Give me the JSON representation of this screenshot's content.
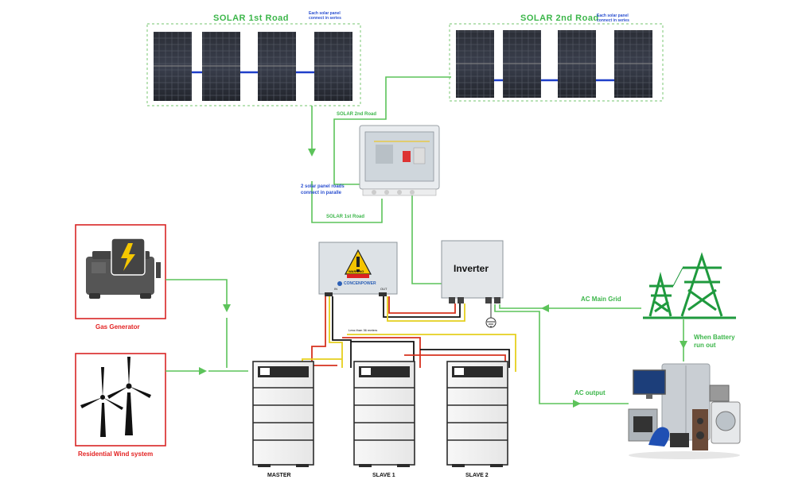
{
  "solar": {
    "road1_title": "SOLAR 1st Road",
    "road2_title": "SOLAR 2nd Road",
    "series_note_line1": "Each solar panel",
    "series_note_line2": "connect in series",
    "road2_wire_label": "SOLAR 2nd Road",
    "road1_wire_label": "SOLAR 1st Road",
    "parallel_note_line1": "2 solar panel roads",
    "parallel_note_line2": "connect in paralle"
  },
  "devices": {
    "gas_generator": "Gas Generator",
    "wind_system": "Residential Wind system",
    "inverter": "Inverter",
    "warning_label": "WARNING",
    "brand": "CONCENPOWER",
    "cable_note": "Less than 36 meters",
    "in_label": "IN",
    "out_label": "OUT"
  },
  "batteries": [
    {
      "label": "MASTER"
    },
    {
      "label": "SLAVE 1"
    },
    {
      "label": "SLAVE 2"
    }
  ],
  "grid": {
    "ac_main_grid": "AC Main Grid",
    "when_line1": "When Battery",
    "when_line2": "run out",
    "ac_output": "AC output"
  },
  "colors": {
    "green": "#3cb64a",
    "blue": "#2a4fd0",
    "red": "#e32222",
    "wire_red": "#e23b2a",
    "wire_yellow": "#e8d21a",
    "wire_black": "#111111"
  }
}
